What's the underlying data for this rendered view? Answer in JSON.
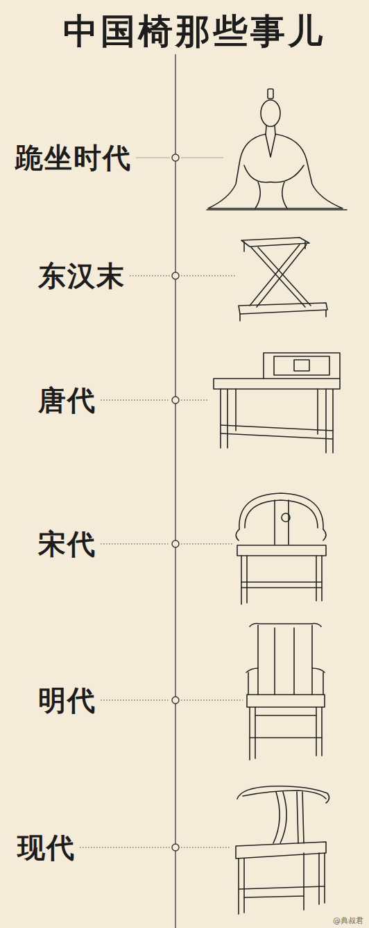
{
  "diagram": {
    "title": "中国椅那些事儿",
    "labels": [
      "跪坐时代",
      "东汉末",
      "唐代",
      "宋代",
      "明代",
      "现代",
      "@典叔君"
    ]
  }
}
